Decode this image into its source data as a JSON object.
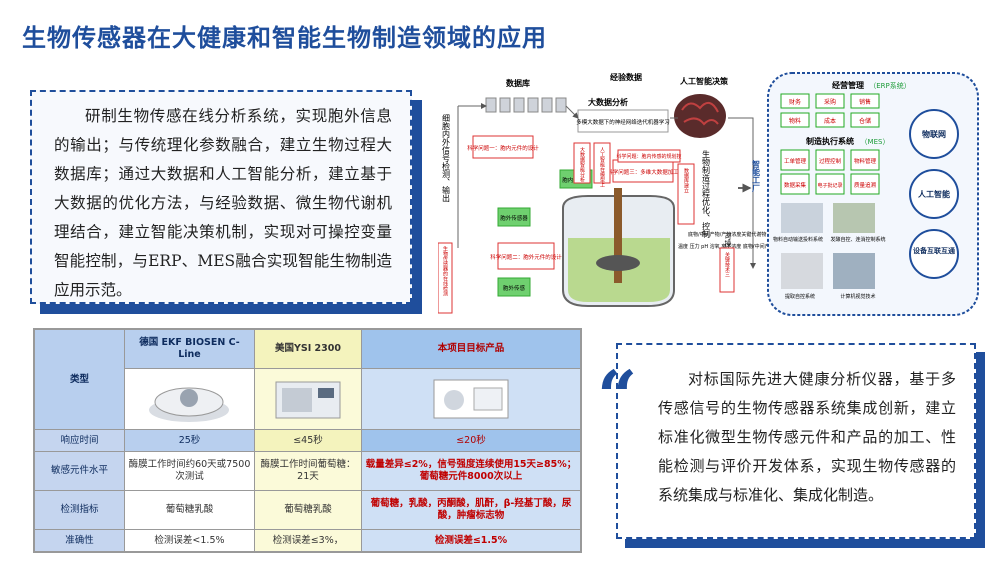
{
  "page": {
    "title": "生物传感器在大健康和智能生物制造领域的应用"
  },
  "card_left": {
    "text": "研制生物传感在线分析系统，实现胞外信息的输出；与传统理化参数融合，建立生物过程大数据库；通过大数据和人工智能分析，建立基于大数据的优化方法，与经验数据、微生物代谢机理结合，建立智能决策机制，实现对可操控变量智能控制，与ERP、MES融合实现智能生物制造应用示范。"
  },
  "card_right": {
    "quote_mark": "“",
    "text": "对标国际先进大健康分析仪器，基于多传感信号的生物传感器系统集成创新，建立标准化微型生物传感元件和产品的加工、性能检测与评价开发体系，实现生物传感器的系统集成与标准化、集成化制造。"
  },
  "diagram": {
    "database": "数据库",
    "experience_data": "经验数据",
    "ai_decision": "人工智能决策",
    "big_data": "大数据分析",
    "bigdata_note": "多模大数据下的神经网络迭代机器学习",
    "left_vertical": "细胞内外信号检测、输出",
    "right_vertical": "生物制造过程优化、控制",
    "sci1": "科学问题一：胞内元件的设计",
    "sci2": "科学问题二：胞外元件的设计",
    "sci3": "科学问题三：多维大数据加工",
    "sci4": "科学问题：胞内传感的规划技",
    "sensor_in": "胞内传感器",
    "sensor_out1": "胞外传感器",
    "sensor_out2": "胞外传感",
    "node_big": "大数据智能分析",
    "node_model": "人工智能在模型上",
    "node_data": "数据库建立",
    "node_manip": "可操作变量",
    "param_list": "温度 压力 pH 溶氧 离子浓度 底物/中间产物/产物浓度 尾气 生物量",
    "node_product": "底物/中间产物/产物浓度关键代谢物",
    "left_red": "生物传感器的在线检测",
    "right_red": "关键技术三",
    "smart_factory": "智能工厂",
    "erp_title": "经营管理",
    "erp_sub": "（ERP系统）",
    "erp_items": [
      "财务",
      "采购",
      "销售",
      "物料",
      "成本",
      "仓储"
    ],
    "mes_title": "制造执行系统",
    "mes_sub": "（MES）",
    "mes_items": [
      "工单管理",
      "过程控制",
      "物料管理",
      "数据采集",
      "电子批记录",
      "质量追溯"
    ],
    "circles": [
      "物联网",
      "人工智能",
      "设备互联互通"
    ],
    "photos": [
      "物料自动输送投料系统",
      "发酵自控、连消控制系统",
      "提取自控系统",
      "计算机视觉技术"
    ]
  },
  "table": {
    "corner": "类型",
    "columns": [
      {
        "name": "德国 EKF BIOSEN C-Line"
      },
      {
        "name": "美国YSI 2300"
      },
      {
        "name": "本项目目标产品"
      }
    ],
    "rows": [
      {
        "label": "响应时间",
        "values": [
          "25秒",
          "≤45秒",
          "≤20秒"
        ]
      },
      {
        "label": "敏感元件水平",
        "values": [
          "酶膜工作时间约60天或7500次测试",
          "酶膜工作时间葡萄糖：21天",
          "载量差异≤2%，信号强度连续使用15天≥85%；葡萄糖元件8000次以上"
        ]
      },
      {
        "label": "检测指标",
        "values": [
          "葡萄糖乳酸",
          "葡萄糖乳酸",
          "葡萄糖，乳酸，丙酮酸，肌酐，β-羟基丁酸，尿酸，肿瘤标志物"
        ]
      },
      {
        "label": "准确性",
        "values": [
          "检测误差<1.5%",
          "检测误差≤3%，",
          "检测误差≤1.5%"
        ]
      }
    ]
  },
  "colors": {
    "brand_blue": "#1f4e9c",
    "highlight_red": "#c00000",
    "header_blue": "#b8cfee",
    "header_yellow": "#f4f3bd"
  }
}
